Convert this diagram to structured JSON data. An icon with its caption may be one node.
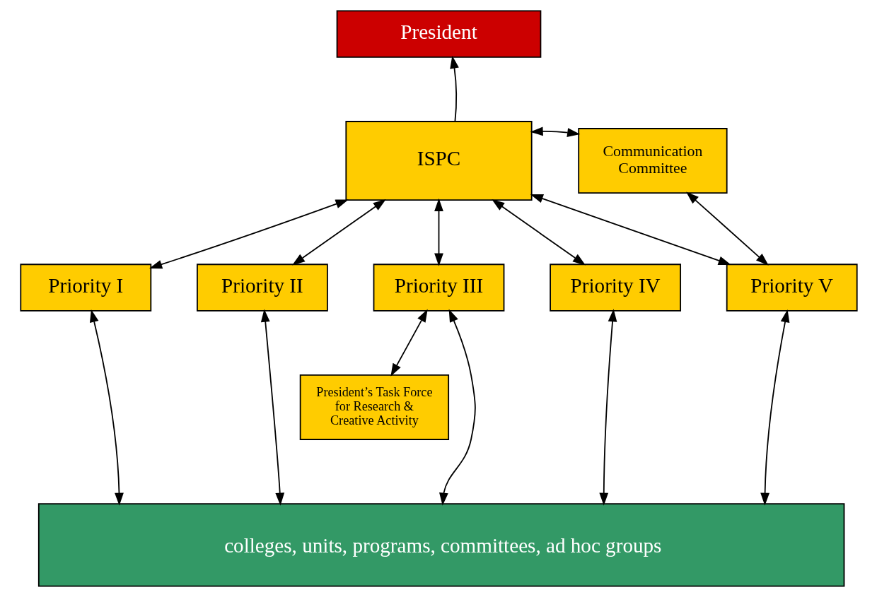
{
  "diagram": {
    "nodes": [
      {
        "text": [
          "President"
        ]
      },
      {
        "text": [
          "ISPC"
        ]
      },
      {
        "text": [
          "Communication Committee"
        ]
      },
      {
        "text": [
          "Priority I"
        ]
      },
      {
        "text": [
          "Priority II"
        ]
      },
      {
        "text": [
          "Priority III"
        ]
      },
      {
        "text": [
          "Priority IV"
        ]
      },
      {
        "text": [
          "Priority V"
        ]
      },
      {
        "text": [
          "President’s Task Force for Research & Creative Activity"
        ]
      },
      {
        "text": [
          "colleges, units, programs, committees, ad hoc groups"
        ]
      }
    ],
    "edges": [
      {
        "from": 1,
        "to": 0,
        "arrow": "to"
      },
      {
        "from": 1,
        "to": 2,
        "arrow": "both"
      },
      {
        "from": 1,
        "to": 3,
        "arrow": "both"
      },
      {
        "from": 1,
        "to": 4,
        "arrow": "both"
      },
      {
        "from": 1,
        "to": 5,
        "arrow": "both"
      },
      {
        "from": 1,
        "to": 6,
        "arrow": "both"
      },
      {
        "from": 1,
        "to": 7,
        "arrow": "both"
      },
      {
        "from": 2,
        "to": 7,
        "arrow": "both"
      },
      {
        "from": 5,
        "to": 8,
        "arrow": "both"
      },
      {
        "from": 3,
        "to": 9,
        "arrow": "both"
      },
      {
        "from": 4,
        "to": 9,
        "arrow": "both"
      },
      {
        "from": 5,
        "to": 9,
        "arrow": "both"
      },
      {
        "from": 6,
        "to": 9,
        "arrow": "both"
      },
      {
        "from": 7,
        "to": 9,
        "arrow": "both"
      }
    ]
  }
}
